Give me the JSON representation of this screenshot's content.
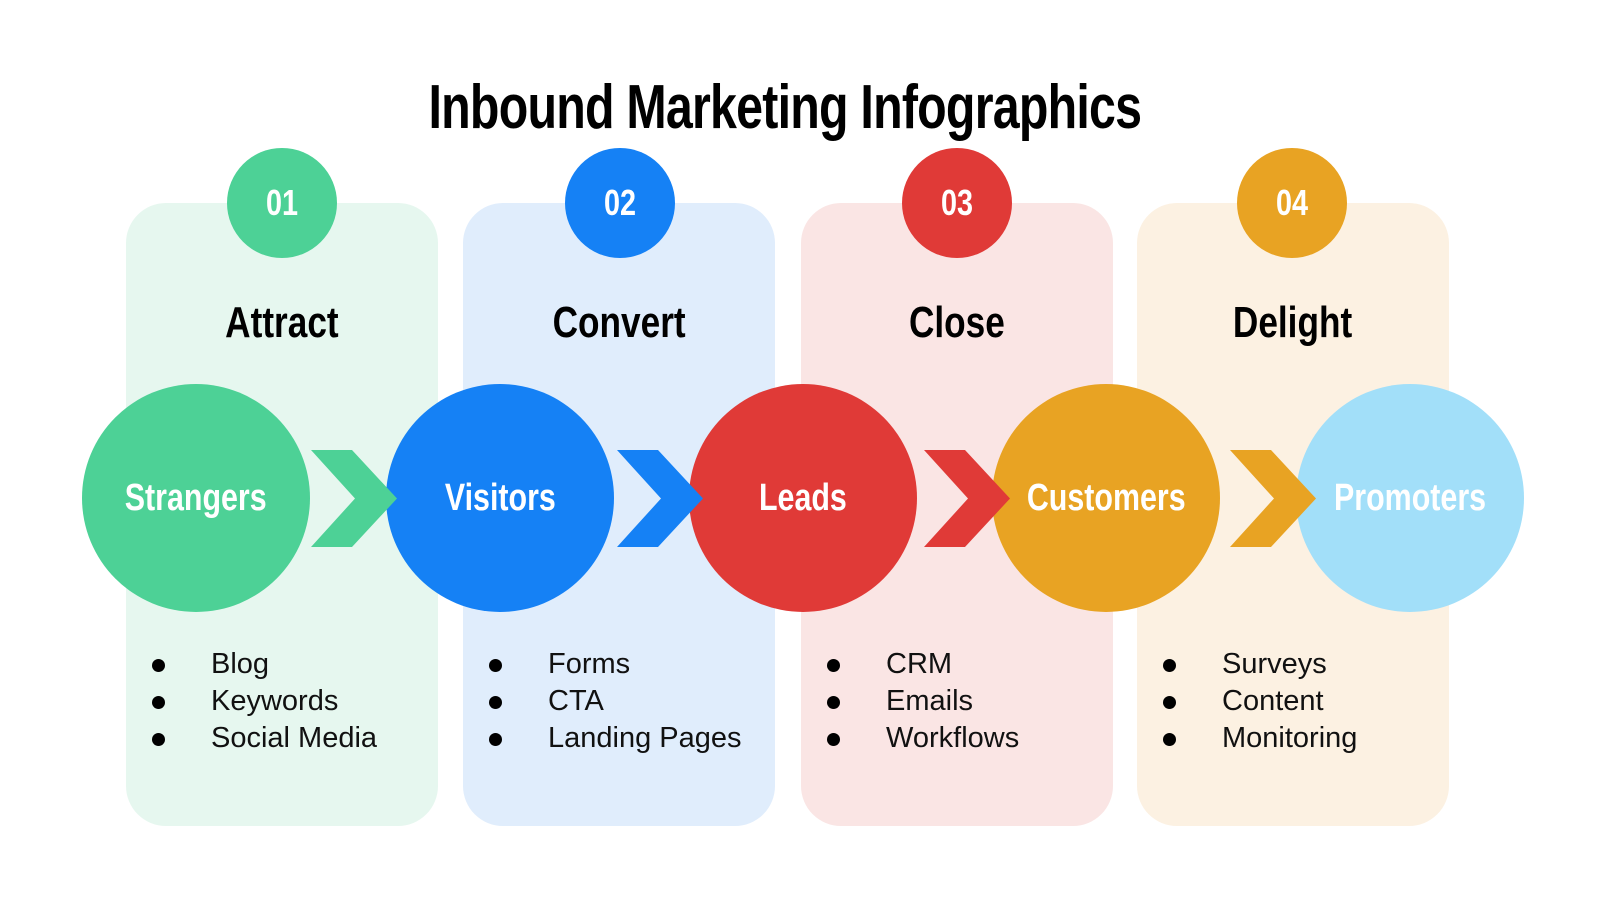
{
  "title": "Inbound Marketing Infographics",
  "colors": {
    "green": "#4dd196",
    "blue": "#1581f5",
    "red": "#e03a37",
    "orange": "#e8a323",
    "light_blue": "#a2dff9",
    "card_green": "#e6f7ef",
    "card_blue": "#e0edfc",
    "card_red": "#fae5e4",
    "card_orange": "#fcf1e2"
  },
  "steps": [
    {
      "number": "01",
      "label": "Attract",
      "items": [
        "Blog",
        "Keywords",
        "Social Media"
      ]
    },
    {
      "number": "02",
      "label": "Convert",
      "items": [
        "Forms",
        "CTA",
        "Landing Pages"
      ]
    },
    {
      "number": "03",
      "label": "Close",
      "items": [
        "CRM",
        "Emails",
        "Workflows"
      ]
    },
    {
      "number": "04",
      "label": "Delight",
      "items": [
        "Surveys",
        "Content",
        "Monitoring"
      ]
    }
  ],
  "nodes": [
    {
      "label": "Strangers"
    },
    {
      "label": "Visitors"
    },
    {
      "label": "Leads"
    },
    {
      "label": "Customers"
    },
    {
      "label": "Promoters"
    }
  ],
  "icons": {
    "chevron": "chevron-right-icon",
    "bullet": "bullet-dot-icon"
  }
}
